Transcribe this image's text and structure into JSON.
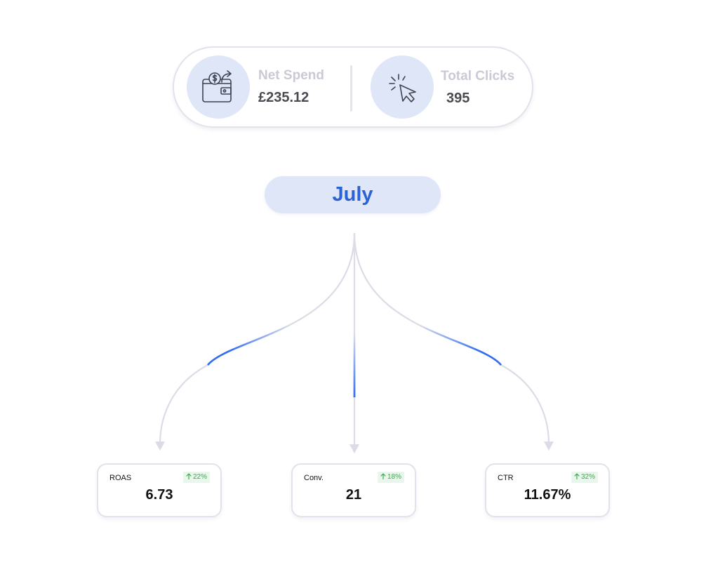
{
  "summary": {
    "net_spend": {
      "label": "Net Spend",
      "value": "£235.12",
      "icon": "wallet-money-icon"
    },
    "total_clicks": {
      "label": "Total Clicks",
      "value": "395",
      "icon": "cursor-click-icon"
    }
  },
  "period": {
    "label": "July"
  },
  "metrics": [
    {
      "label": "ROAS",
      "change": "22%",
      "value": "6.73"
    },
    {
      "label": "Conv.",
      "change": "18%",
      "value": "21"
    },
    {
      "label": "CTR",
      "change": "32%",
      "value": "11.67%"
    }
  ],
  "colors": {
    "accent": "#2b62d6",
    "connector": "#dcdce8",
    "positive": "#3caa4e",
    "pill_fill": "#dfe6f8"
  }
}
